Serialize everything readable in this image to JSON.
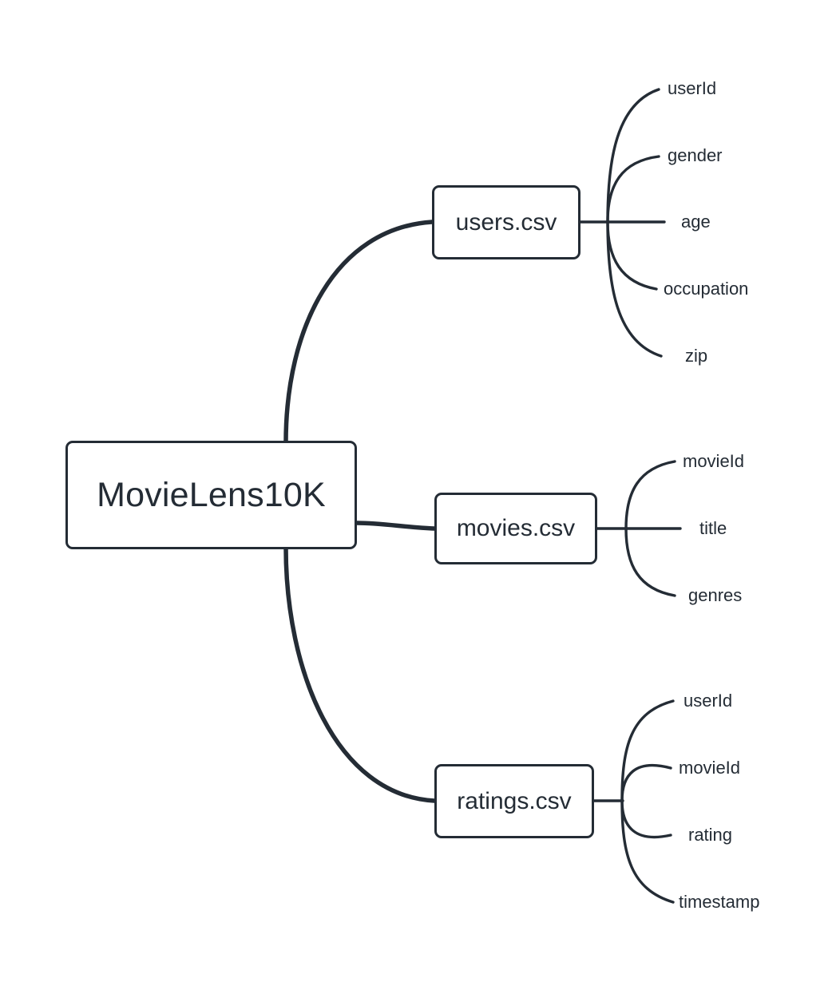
{
  "diagram": {
    "type": "mindmap",
    "title": "MovieLens10K",
    "colors": {
      "stroke": "#242c35",
      "node_fill": "#ffffff",
      "text": "#242c35",
      "background": "#ffffff"
    }
  },
  "root": {
    "label": "MovieLens10K"
  },
  "branches": [
    {
      "id": "users",
      "label": "users.csv",
      "leaves": [
        {
          "label": "userId"
        },
        {
          "label": "gender"
        },
        {
          "label": "age"
        },
        {
          "label": "occupation"
        },
        {
          "label": "zip"
        }
      ]
    },
    {
      "id": "movies",
      "label": "movies.csv",
      "leaves": [
        {
          "label": "movieId"
        },
        {
          "label": "title"
        },
        {
          "label": "genres"
        }
      ]
    },
    {
      "id": "ratings",
      "label": "ratings.csv",
      "leaves": [
        {
          "label": "userId"
        },
        {
          "label": "movieId"
        },
        {
          "label": "rating"
        },
        {
          "label": "timestamp"
        }
      ]
    }
  ]
}
